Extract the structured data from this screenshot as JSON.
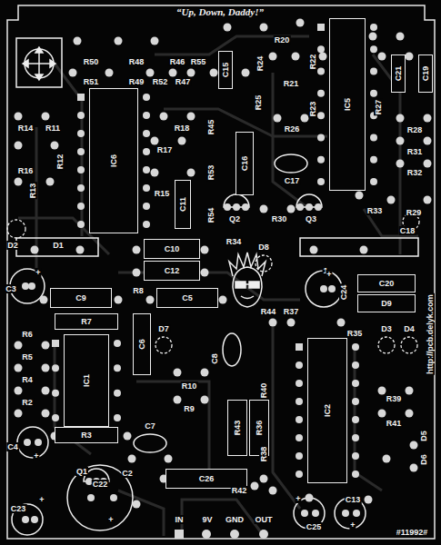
{
  "diagram": {
    "title": "“Up, Down, Daddy!”",
    "nodes": [
      {
        "text": [
          "C15"
        ]
      },
      {
        "text": [
          "IC5"
        ]
      },
      {
        "text": [
          "C21"
        ]
      },
      {
        "text": [
          "C19"
        ]
      },
      {
        "text": [
          "IC6"
        ]
      },
      {
        "text": [
          "C16"
        ]
      },
      {
        "text": [
          "C11"
        ]
      },
      {
        "text": [
          "C10"
        ]
      },
      {
        "text": [
          "C12"
        ]
      },
      {
        "text": [
          "C20"
        ]
      },
      {
        "text": [
          "D9"
        ]
      },
      {
        "text": [
          "C9"
        ]
      },
      {
        "text": [
          "C5"
        ]
      },
      {
        "text": [
          "R7"
        ]
      },
      {
        "text": [
          "IC1"
        ]
      },
      {
        "text": [
          "C6"
        ]
      },
      {
        "text": [
          "IC2"
        ]
      },
      {
        "text": [
          "R43"
        ]
      },
      {
        "text": [
          "R36"
        ]
      },
      {
        "text": [
          "R3"
        ]
      },
      {
        "text": [
          "C26"
        ]
      }
    ],
    "labels": [
      "R46",
      "R55",
      "R20",
      "R50",
      "R48",
      "R51",
      "R49",
      "R52",
      "R47",
      "R24",
      "R22",
      "R21",
      "R25",
      "R23",
      "R27",
      "R14",
      "R11",
      "R45",
      "R18",
      "R26",
      "R28",
      "R17",
      "R31",
      "R16",
      "R12",
      "R32",
      "R53",
      "C17",
      "R13",
      "R15",
      "R54",
      "R33",
      "R29",
      "Q2",
      "R30",
      "Q3",
      "C18",
      "R34",
      "D2",
      "D1",
      "D8",
      "1",
      "C3",
      "+",
      "C24",
      "+",
      "R8",
      "R44",
      "R37",
      "R6",
      "D7",
      "R35",
      "D3",
      "D4",
      "R5",
      "C8",
      "R4",
      "R10",
      "R40",
      "R39",
      "R2",
      "R9",
      "C7",
      "R41",
      "C4",
      "+",
      "D5",
      "R38",
      "D6",
      "Q1",
      "C2",
      "R42",
      "C22",
      "+",
      "C23",
      "+",
      "C13",
      "+",
      "C25",
      "+",
      "IN",
      "9V",
      "GND",
      "OUT",
      "#11992#",
      "http://pcb.delyk.com"
    ]
  }
}
